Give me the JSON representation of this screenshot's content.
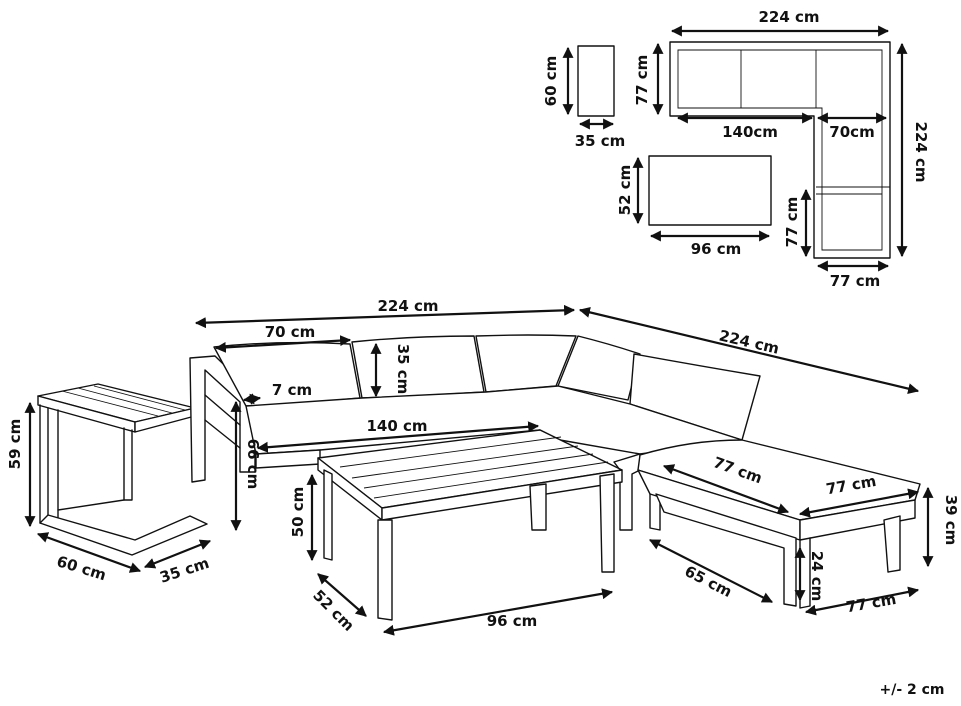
{
  "top_view": {
    "side_table_height": "60 cm",
    "side_table_depth": "35 cm",
    "sofa_width": "224 cm",
    "sofa_depth": "77 cm",
    "sofa_left_section": "140cm",
    "sofa_corner_section": "70cm",
    "sofa_length": "224 cm",
    "table_depth": "52 cm",
    "table_width": "96 cm",
    "ottoman_depth": "77 cm",
    "ottoman_width": "77 cm"
  },
  "perspective": {
    "sofa_width": "224 cm",
    "sofa_length": "224 cm",
    "cushion_width": "70 cm",
    "back_height": "35 cm",
    "armrest": "7 cm",
    "seat_width": "140 cm",
    "sofa_height": "66 cm",
    "side_table_height": "59 cm",
    "side_table_width": "60 cm",
    "side_table_depth": "35 cm",
    "table_height": "50 cm",
    "table_depth": "52 cm",
    "table_width": "96 cm",
    "ottoman_top_depth": "77 cm",
    "ottoman_top_width": "77 cm",
    "ottoman_height": "39 cm",
    "ottoman_leg": "24 cm",
    "ottoman_side": "65 cm",
    "ottoman_front": "77 cm"
  },
  "tolerance": "+/- 2 cm"
}
